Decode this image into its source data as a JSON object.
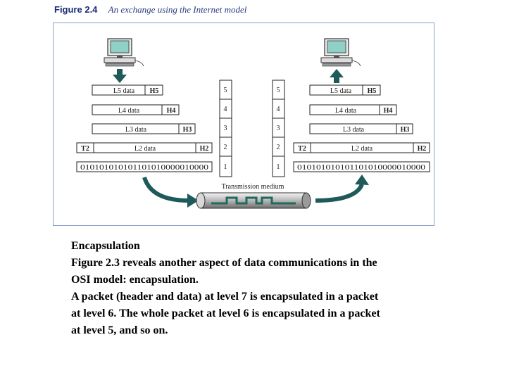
{
  "figure": {
    "number": "Figure 2.4",
    "title": "An exchange using the Internet model",
    "levels": [
      {
        "num": "5",
        "data": "L5 data",
        "header": "H5"
      },
      {
        "num": "4",
        "data": "L4 data",
        "header": "H4"
      },
      {
        "num": "3",
        "data": "L3 data",
        "header": "H3"
      },
      {
        "num": "2",
        "data": "L2 data",
        "header": "H2",
        "trailer": "T2"
      },
      {
        "num": "1",
        "bits": "010101010101101010000010000"
      }
    ],
    "medium_label": "Transmission medium",
    "icons": [
      "computer-icon",
      "down-arrow-icon",
      "up-arrow-icon",
      "curved-arrow-icon",
      "cable-icon"
    ]
  },
  "body": {
    "heading": "Encapsulation",
    "lines": [
      "Figure 2.3 reveals another aspect of data communications in the",
      "OSI model: encapsulation.",
      "A packet (header and data) at level 7 is encapsulated in a packet",
      "at level 6. The whole packet at level 6 is encapsulated in a packet",
      "at level 5, and so on."
    ]
  }
}
